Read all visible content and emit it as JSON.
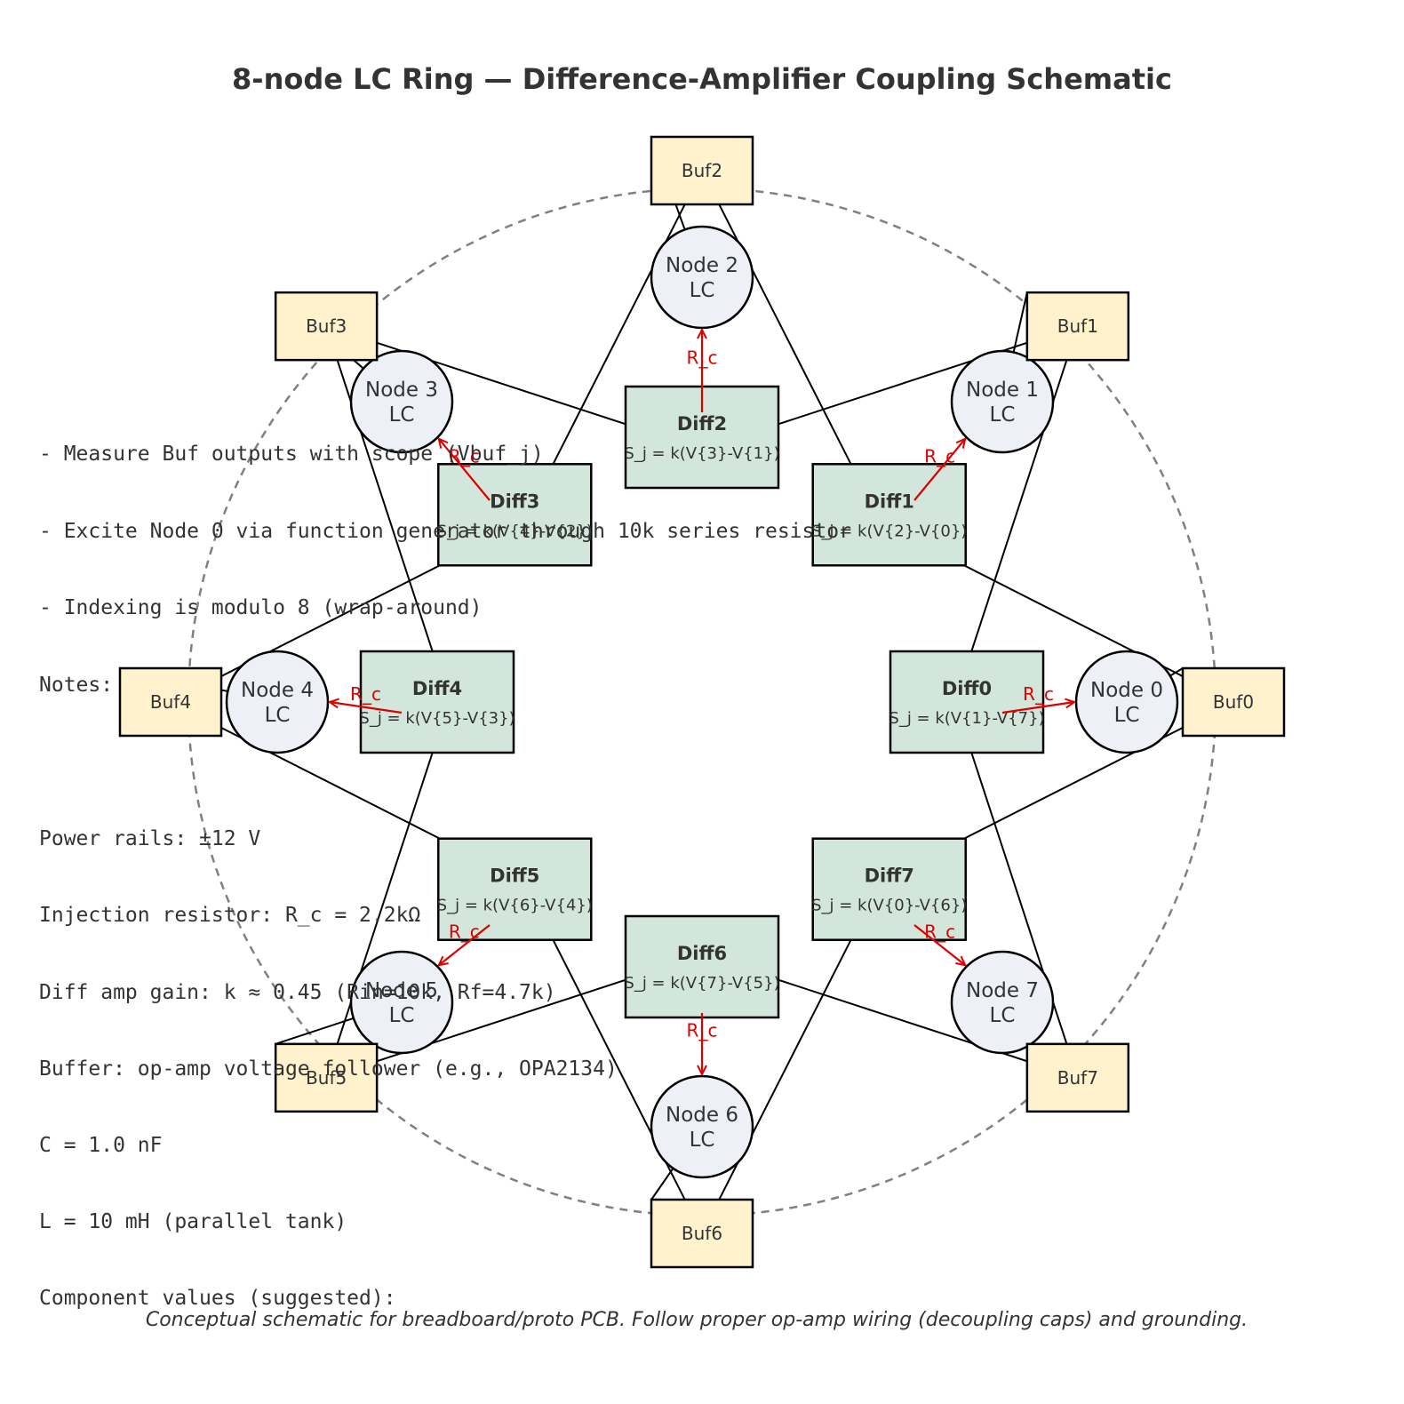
{
  "title": "8-node LC Ring — Difference-Amplifier Coupling Schematic",
  "colors": {
    "node_fill": "#eef0f8",
    "buf_fill": "#fff2cc",
    "diff_fill": "#d3e6db",
    "coupling": "#dd0000",
    "wire": "#000000",
    "ring": "#808080"
  },
  "nodes": [
    {
      "name": "Node 0",
      "type": "LC"
    },
    {
      "name": "Node 1",
      "type": "LC"
    },
    {
      "name": "Node 2",
      "type": "LC"
    },
    {
      "name": "Node 3",
      "type": "LC"
    },
    {
      "name": "Node 4",
      "type": "LC"
    },
    {
      "name": "Node 5",
      "type": "LC"
    },
    {
      "name": "Node 6",
      "type": "LC"
    },
    {
      "name": "Node 7",
      "type": "LC"
    }
  ],
  "buffers": [
    "Buf0",
    "Buf1",
    "Buf2",
    "Buf3",
    "Buf4",
    "Buf5",
    "Buf6",
    "Buf7"
  ],
  "diffs": [
    {
      "name": "Diff0",
      "formula": "S_j = k(V{1}-V{7})"
    },
    {
      "name": "Diff1",
      "formula": "S_j = k(V{2}-V{0})"
    },
    {
      "name": "Diff2",
      "formula": "S_j = k(V{3}-V{1})"
    },
    {
      "name": "Diff3",
      "formula": "S_j = k(V{4}-V{2})"
    },
    {
      "name": "Diff4",
      "formula": "S_j = k(V{5}-V{3})"
    },
    {
      "name": "Diff5",
      "formula": "S_j = k(V{6}-V{4})"
    },
    {
      "name": "Diff6",
      "formula": "S_j = k(V{7}-V{5})"
    },
    {
      "name": "Diff7",
      "formula": "S_j = k(V{0}-V{6})"
    }
  ],
  "coupling_label": "R_c",
  "notes_upper": [
    "- Measure Buf outputs with scope (Vbuf_j)",
    "- Excite Node 0 via function generator through 10k series resistor",
    "- Indexing is modulo 8 (wrap-around)",
    "Notes:"
  ],
  "notes_lower": [
    "Power rails: ±12 V",
    "Injection resistor: R_c = 2.2kΩ",
    "Diff amp gain: k ≈ 0.45 (Rin=10k, Rf=4.7k)",
    "Buffer: op-amp voltage follower (e.g., OPA2134)",
    "C = 1.0 nF",
    "L = 10 mH  (parallel tank)",
    "Component values (suggested):"
  ],
  "caption": "Conceptual schematic for breadboard/proto PCB. Follow proper op-amp wiring (decoupling caps) and grounding."
}
